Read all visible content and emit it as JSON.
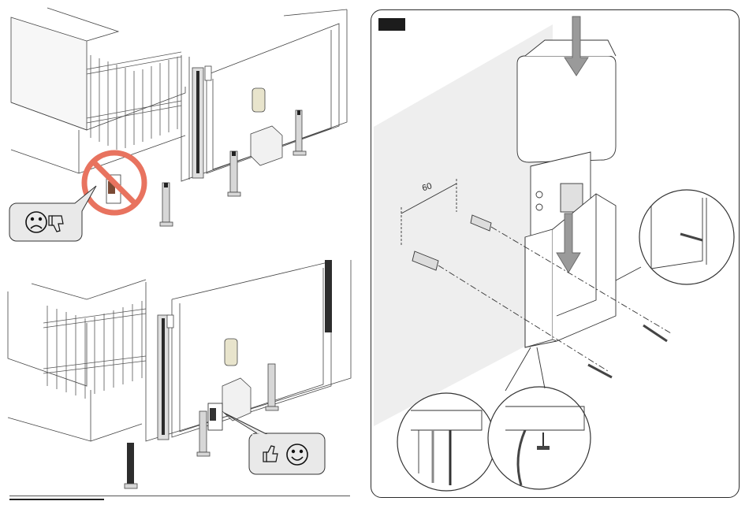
{
  "right_panel": {
    "step_badge": "",
    "dimension_label": "60"
  },
  "callouts": {
    "bad_install": {
      "face": "sad-face",
      "hand": "thumbs-down"
    },
    "good_install": {
      "face": "smiley-face",
      "hand": "thumbs-up"
    }
  },
  "colors": {
    "line": "#2b2b2b",
    "prohibition_red": "#e8735f",
    "callout_fill": "#e9e9e9",
    "wall_shade": "#eeeeee"
  }
}
